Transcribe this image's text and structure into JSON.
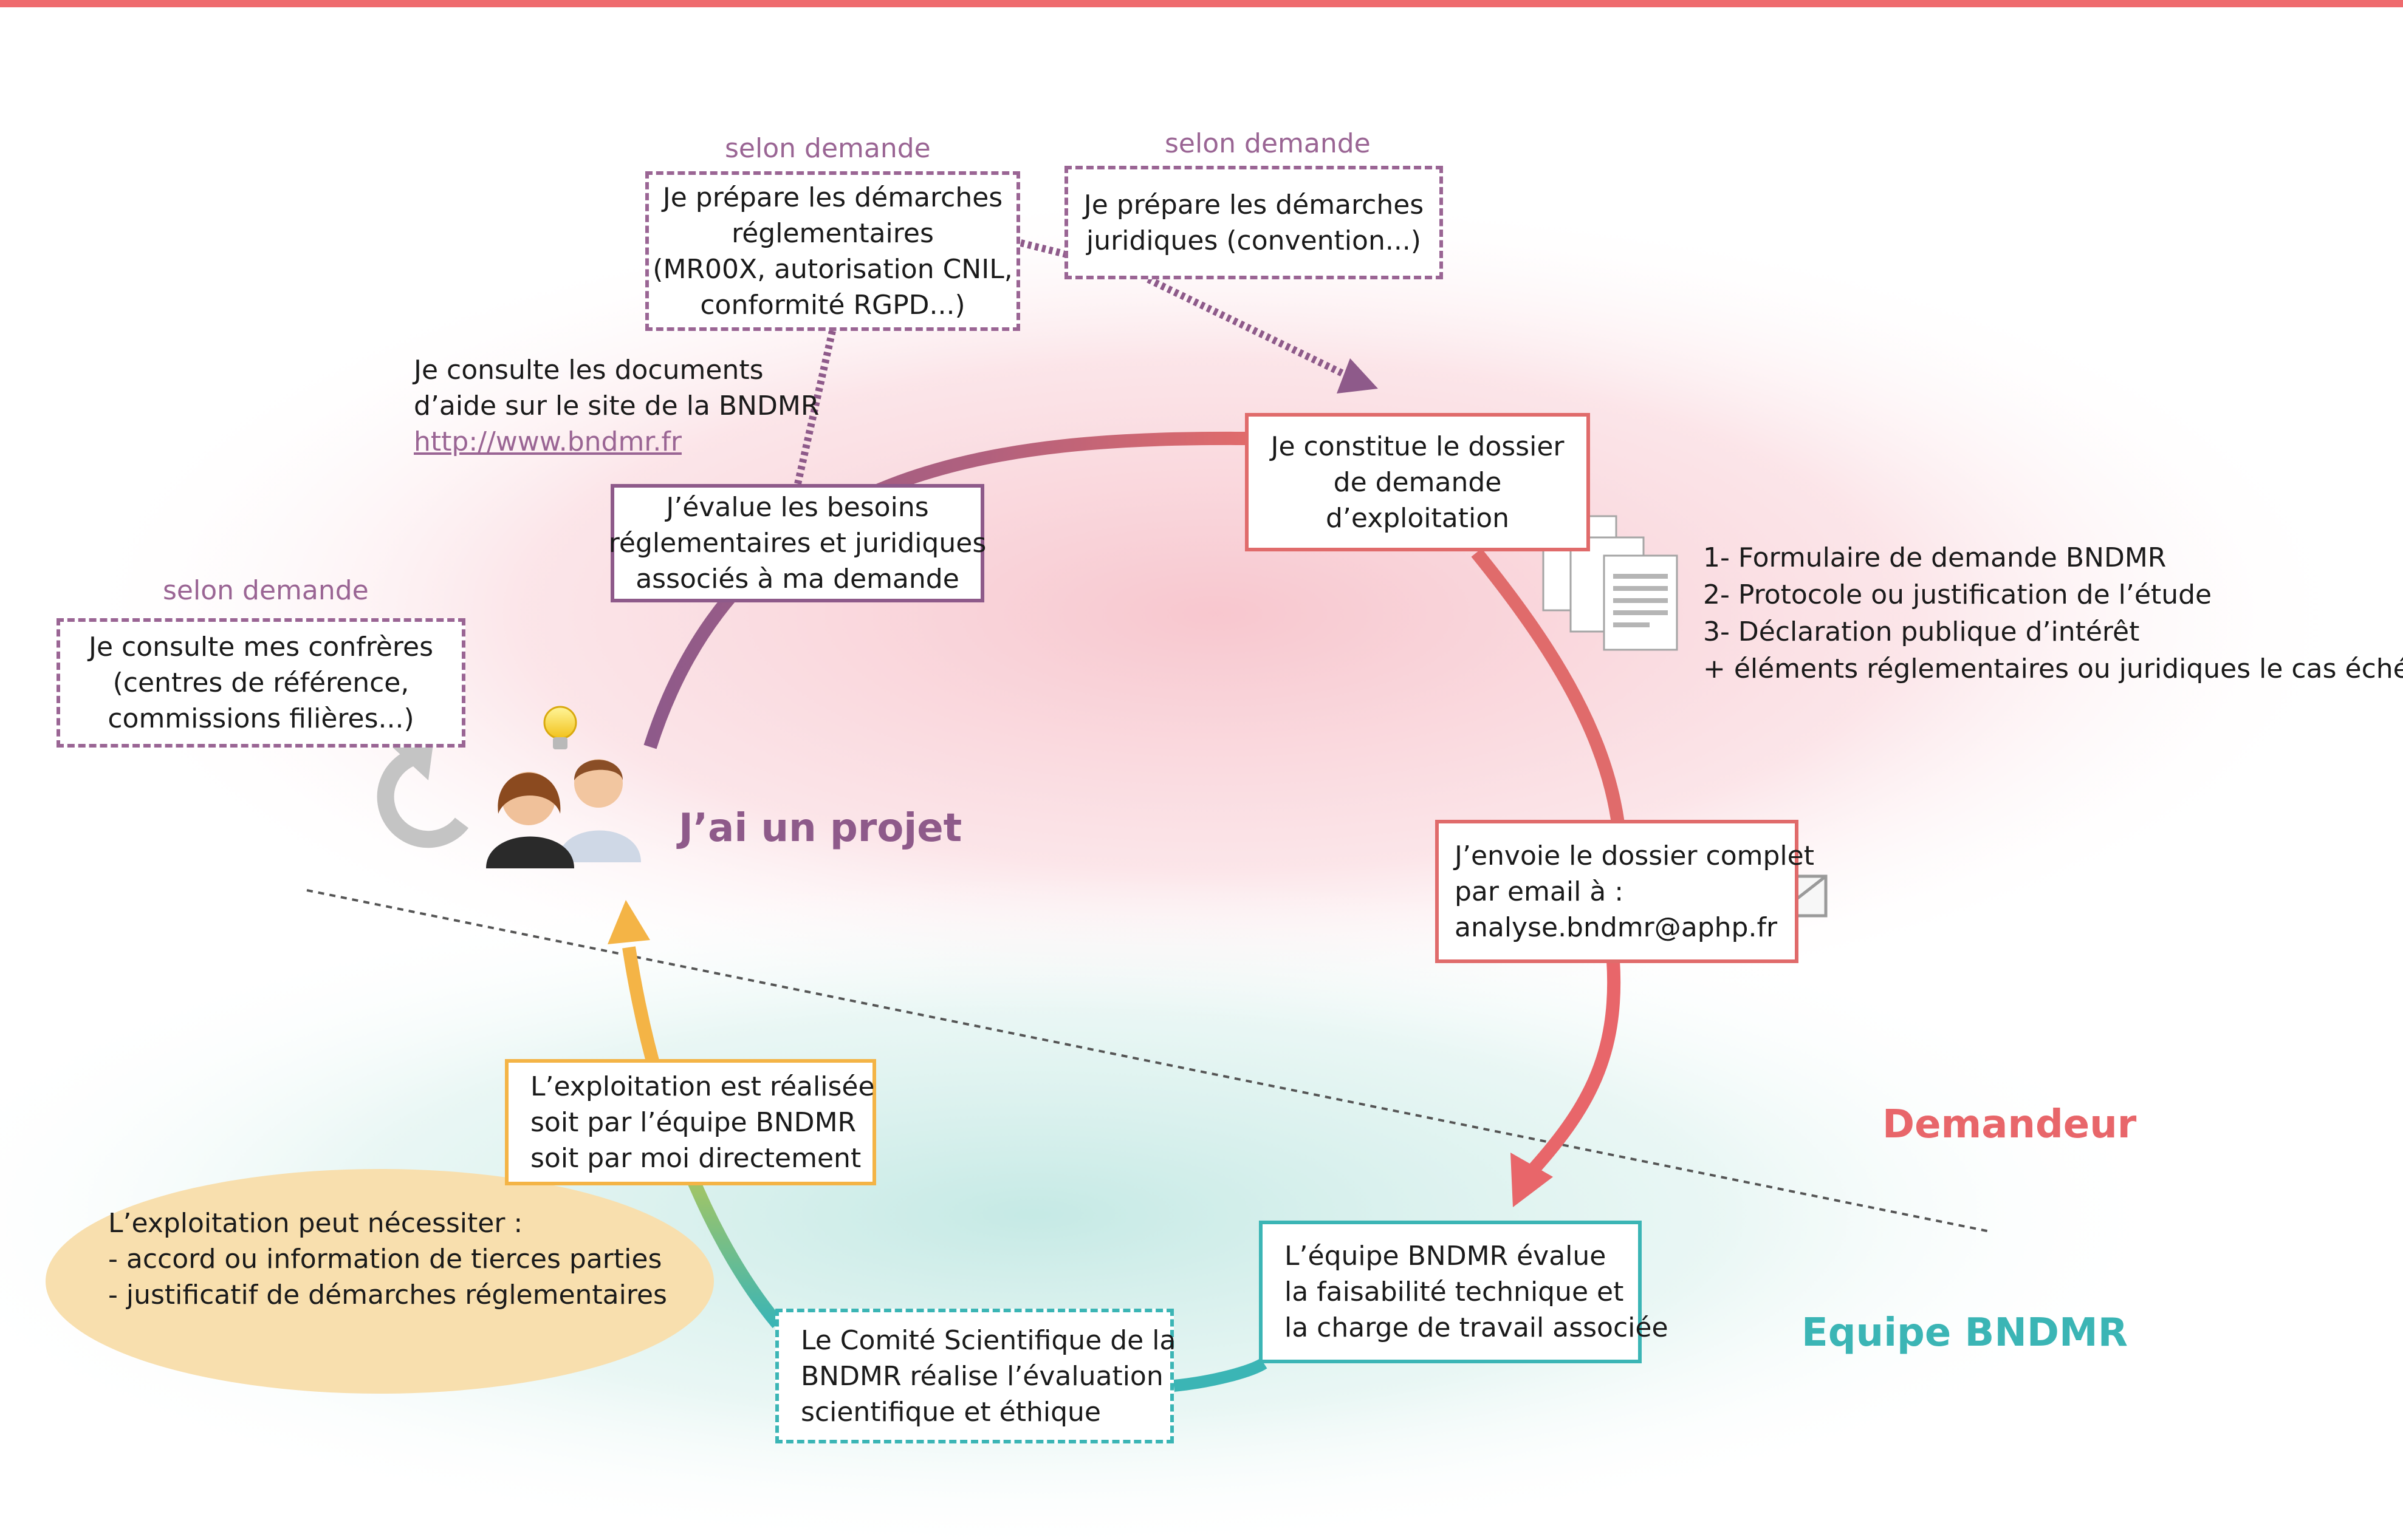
{
  "nodes": {
    "evaluate_needs": {
      "lines": [
        "J’évalue les besoins",
        "réglementaires et juridiques",
        "associés à ma demande"
      ]
    },
    "prepare_reg": {
      "label": "selon demande",
      "lines": [
        "Je prépare les démarches",
        "réglementaires",
        "(MR00X, autorisation CNIL,",
        "conformité RGPD...)"
      ]
    },
    "prepare_jur": {
      "label": "selon demande",
      "lines": [
        "Je prépare les démarches",
        "juridiques (convention...)"
      ]
    },
    "consult_docs": {
      "lines": [
        "Je consulte les documents",
        "d’aide sur le site de la BNDMR"
      ],
      "link": "http://www.bndmr.fr"
    },
    "consult_peers": {
      "label": "selon demande",
      "lines": [
        "Je consulte mes confrères",
        "(centres de référence,",
        "commissions filières...)"
      ]
    },
    "project": {
      "title": "J’ai un projet"
    },
    "build_file": {
      "lines": [
        "Je constitue le dossier",
        "de demande",
        "d’exploitation"
      ]
    },
    "file_list": {
      "lines": [
        "1- Formulaire de demande BNDMR",
        "2- Protocole ou justification de l’étude",
        "3- Déclaration publique d’intérêt",
        "+ éléments réglementaires ou juridiques le cas échéant"
      ]
    },
    "send_file": {
      "lines": [
        "J’envoie le dossier complet",
        "par email à :",
        "analyse.bndmr@aphp.fr"
      ]
    },
    "team_eval": {
      "lines": [
        "L’équipe BNDMR évalue",
        "la faisabilité technique et",
        "la charge de travail associée"
      ]
    },
    "committee": {
      "lines": [
        "Le Comité Scientifique de la",
        "BNDMR réalise l’évaluation",
        "scientifique et éthique"
      ]
    },
    "exploitation": {
      "lines": [
        "L’exploitation est réalisée",
        "soit par l’équipe BNDMR",
        "soit par moi directement"
      ]
    },
    "note": {
      "lines": [
        "L’exploitation peut nécessiter :",
        "- accord ou information de tierces parties",
        "- justificatif de démarches réglementaires"
      ]
    }
  },
  "zones": {
    "requester": "Demandeur",
    "team": "Equipe BNDMR"
  },
  "colors": {
    "purple": "#8e5a8a",
    "red": "#e06b6b",
    "orange": "#f4b446",
    "teal": "#3bb5b5",
    "coral": "#e8666a",
    "topbar": "#ef6b6e"
  }
}
